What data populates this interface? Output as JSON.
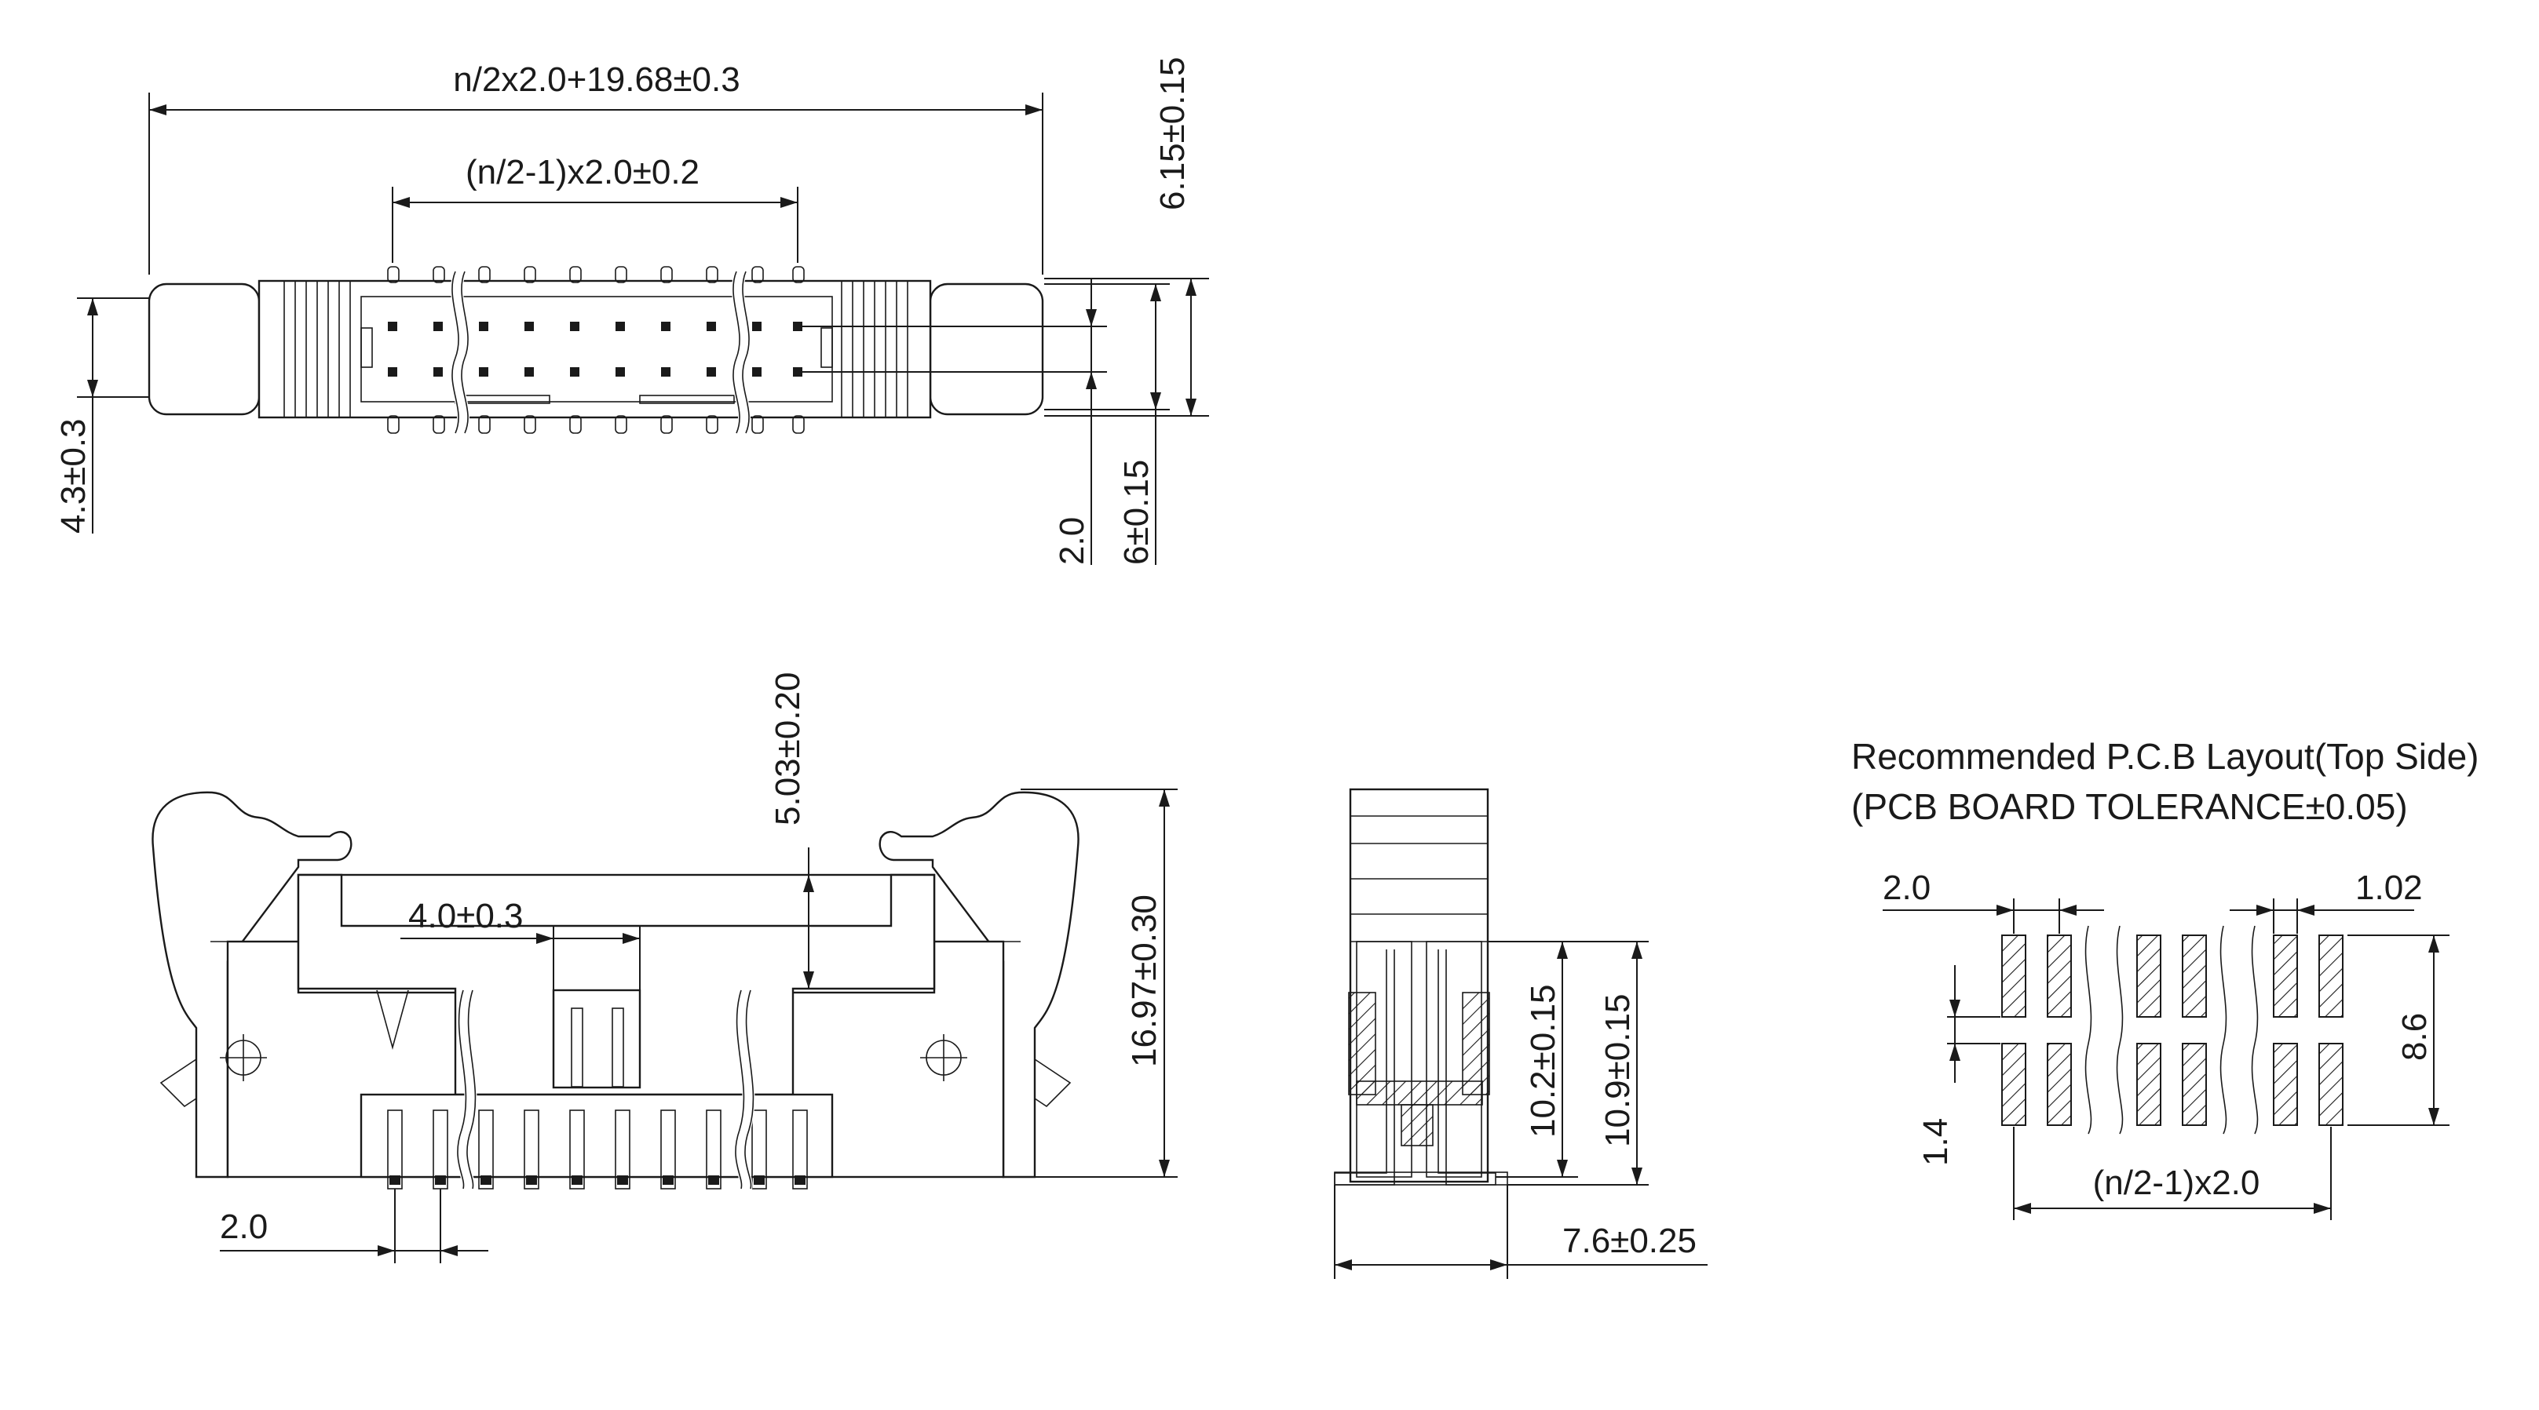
{
  "top_view": {
    "overall_length": "n/2x2.0+19.68±0.3",
    "pin_span": "(n/2-1)x2.0±0.2",
    "height_right": "6.15±0.15",
    "width_left": "4.3±0.3",
    "row_pitch": "2.0",
    "body_width": "6±0.15"
  },
  "front_view": {
    "latch_height": "5.03±0.20",
    "key_width": "4.0±0.3",
    "overall_height": "16.97±0.30",
    "pitch": "2.0"
  },
  "side_view": {
    "height_a": "10.2±0.15",
    "height_b": "10.9±0.15",
    "width": "7.6±0.25"
  },
  "pcb_layout": {
    "title": "Recommended P.C.B Layout(Top Side)",
    "tolerance": "(PCB BOARD TOLERANCE±0.05)",
    "pitch": "2.0",
    "pad_width": "1.02",
    "row_spacing": "8.6",
    "pad_length": "1.4",
    "span": "(n/2-1)x2.0"
  },
  "colors": {
    "line": "#1a1a1a",
    "background": "#ffffff"
  }
}
